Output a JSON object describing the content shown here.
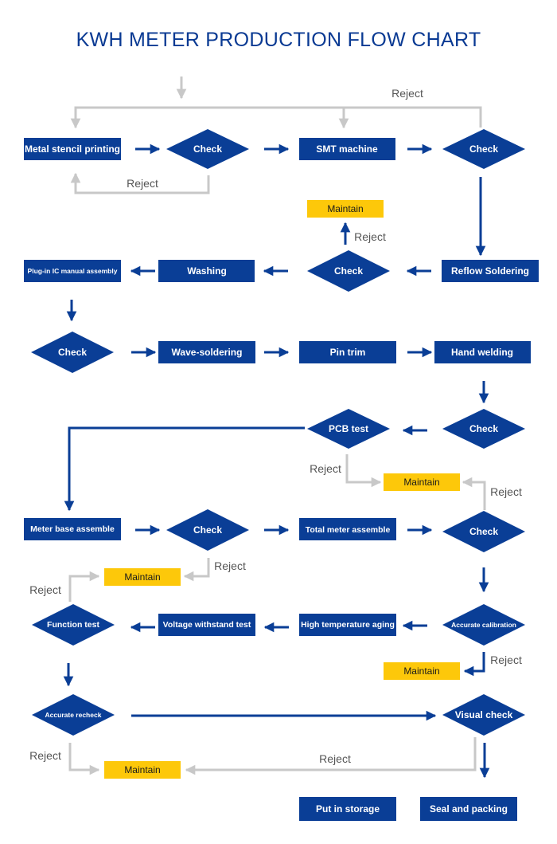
{
  "title": "KWH METER PRODUCTION FLOW CHART",
  "colors": {
    "process": "#0a3e96",
    "maintain": "#fdc80a",
    "flow_arrow": "#0a3e96",
    "reject_line": "#c8c8c8"
  },
  "nodes": {
    "stencil": "Metal stencil printing",
    "check1": "Check",
    "smt": "SMT machine",
    "check2": "Check",
    "maintain1": "Maintain",
    "plugin": "Plug-in IC manual assembly",
    "washing": "Washing",
    "check3": "Check",
    "reflow": "Reflow Soldering",
    "check4": "Check",
    "wave": "Wave-soldering",
    "pintrim": "Pin trim",
    "handweld": "Hand welding",
    "pcbtest": "PCB test",
    "check5": "Check",
    "maintain2": "Maintain",
    "meterbase": "Meter base assemble",
    "check6": "Check",
    "totalmeter": "Total meter assemble",
    "check7": "Check",
    "maintain3": "Maintain",
    "function": "Function test",
    "voltage": "Voltage withstand test",
    "hightemp": "High temperature aging",
    "calib": "Accurate calibration",
    "maintain4": "Maintain",
    "recheck": "Accurate recheck",
    "visual": "Visual check",
    "maintain5": "Maintain",
    "storage": "Put in storage",
    "packing": "Seal and packing"
  },
  "reject_labels": {
    "r1": "Reject",
    "r2": "Reject",
    "r3": "Reject",
    "r4": "Reject",
    "r5": "Reject",
    "r6": "Reject",
    "r7": "Reject",
    "r8": "Reject",
    "r9": "Reject",
    "r10": "Reject"
  }
}
